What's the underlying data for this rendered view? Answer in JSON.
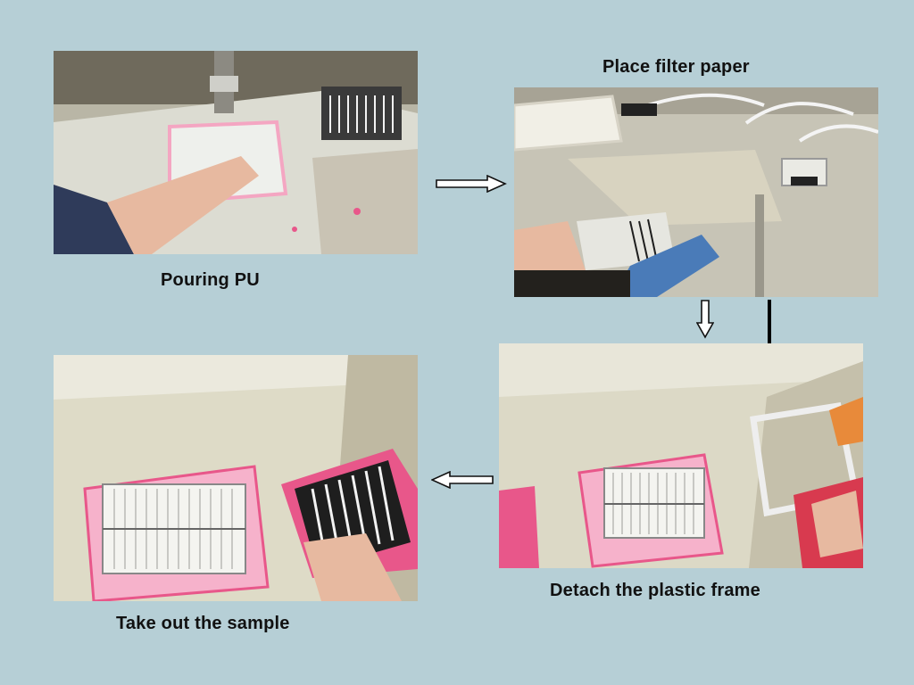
{
  "steps": [
    {
      "label": "Pouring PU"
    },
    {
      "label": "Place filter paper"
    },
    {
      "label": "Detach the plastic frame"
    },
    {
      "label": "Take out the sample"
    }
  ],
  "icons": {
    "arrow_1": "right-arrow-icon",
    "arrow_2": "down-arrow-icon",
    "arrow_3": "left-arrow-icon"
  },
  "colors": {
    "background": "#b6cfd6",
    "frame_pink": "#e8578a",
    "filter_white": "#f4f4f0",
    "filter_black": "#1e1e1e"
  }
}
